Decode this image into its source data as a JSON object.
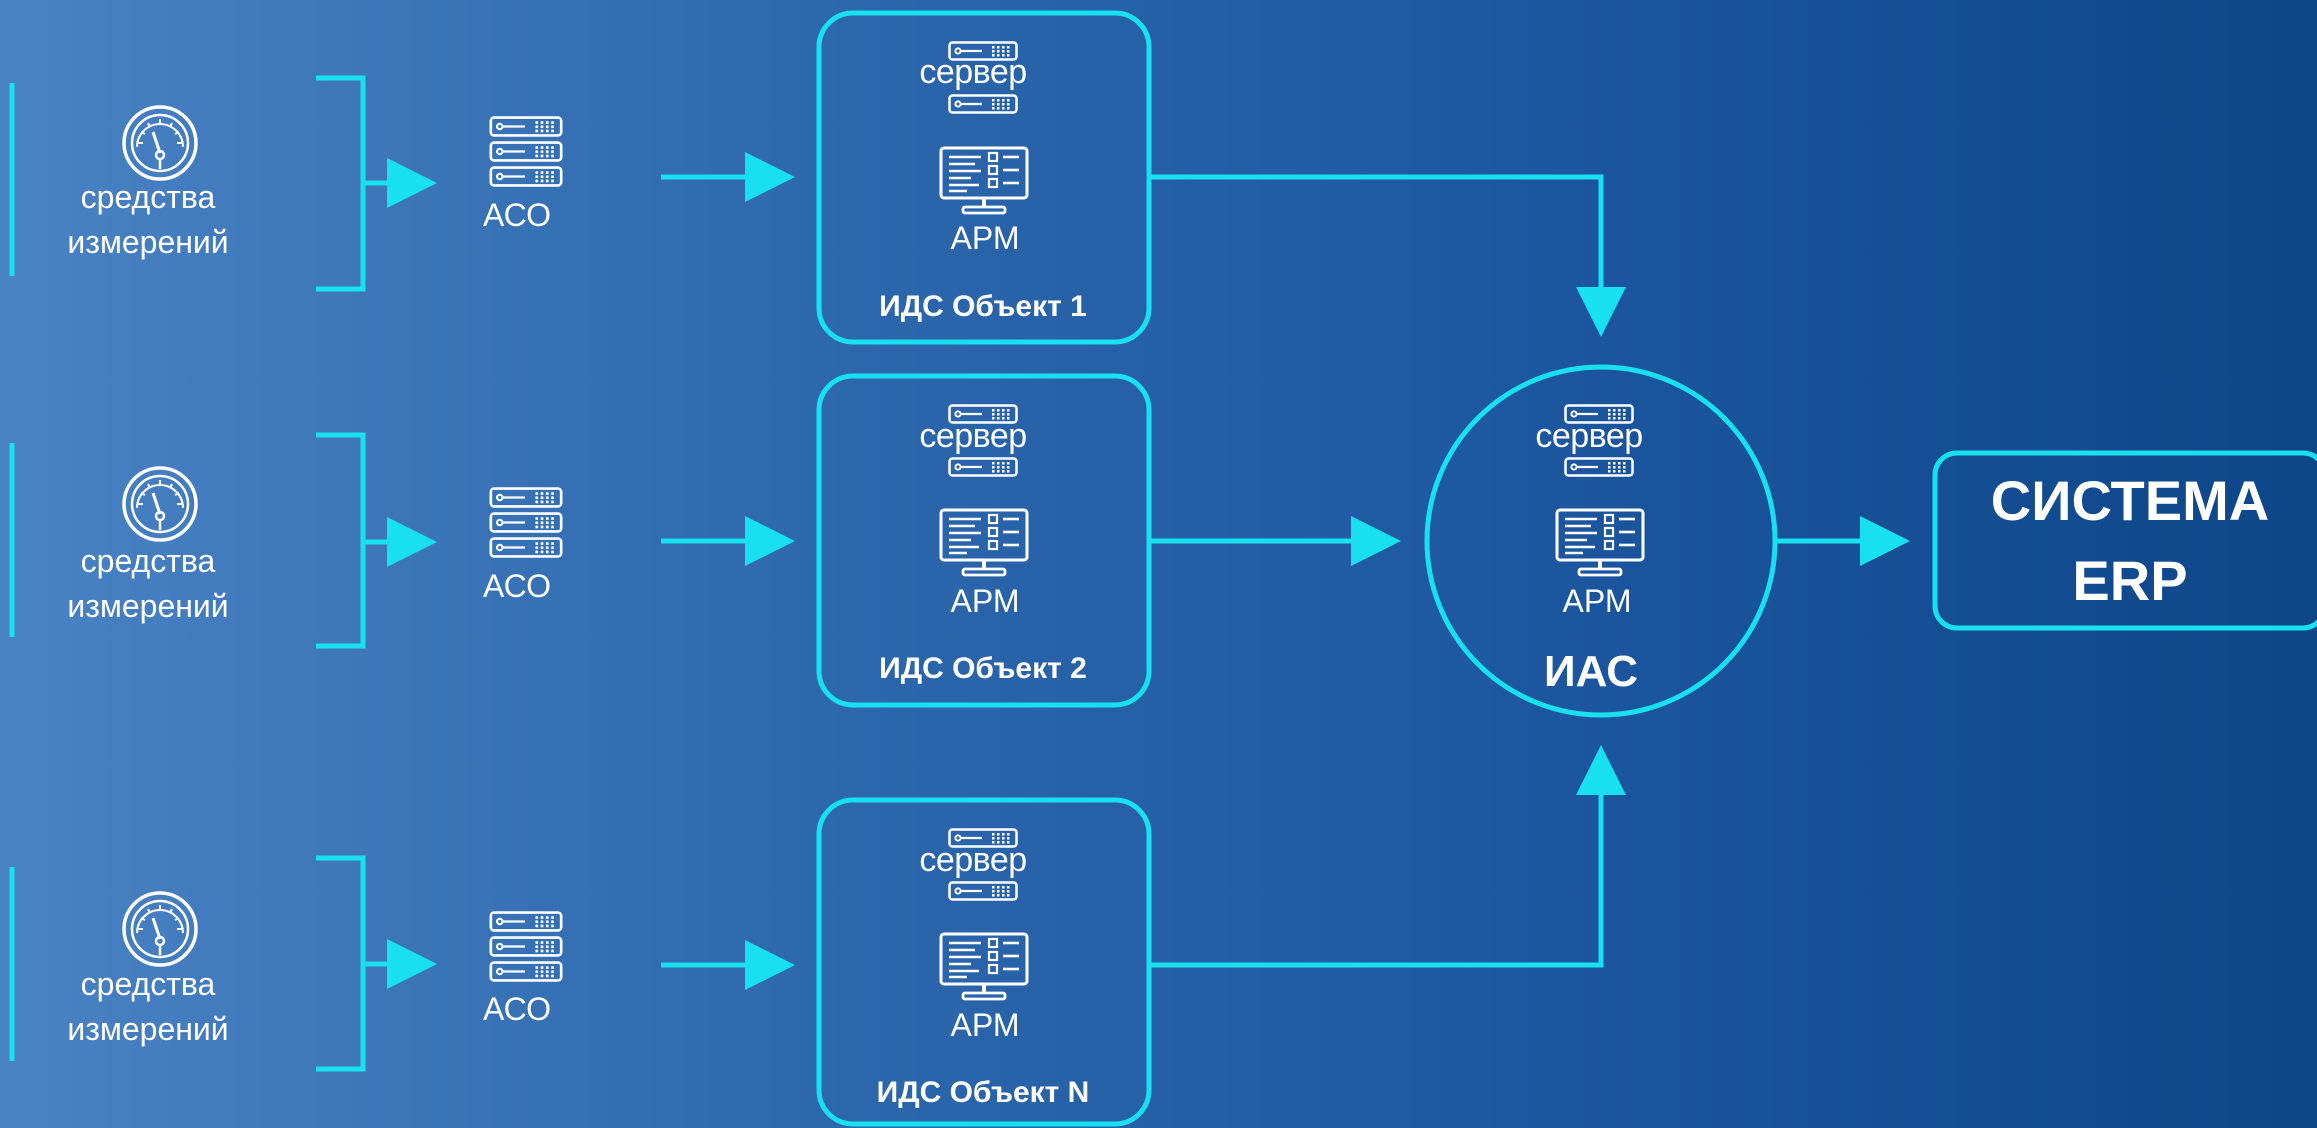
{
  "colors": {
    "accent": "#19e0f0",
    "text": "#ffffff"
  },
  "rows": [
    {
      "measure_line1": "средства",
      "measure_line2": "измерений",
      "aso": "АСО",
      "server": "сервер",
      "arm": "АРМ",
      "box_title": "ИДС Объект 1"
    },
    {
      "measure_line1": "средства",
      "measure_line2": "измерений",
      "aso": "АСО",
      "server": "сервер",
      "arm": "АРМ",
      "box_title": "ИДС Объект 2"
    },
    {
      "measure_line1": "средства",
      "measure_line2": "измерений",
      "aso": "АСО",
      "server": "сервер",
      "arm": "АРМ",
      "box_title": "ИДС Объект N"
    }
  ],
  "ias": {
    "server": "сервер",
    "arm": "АРМ",
    "title": "ИАС"
  },
  "erp": {
    "line1": "СИСТЕМА",
    "line2": "ERP"
  },
  "icons": {
    "measure": "gauge-icon",
    "aso": "server-rack-icon",
    "server": "server-icon",
    "arm": "workstation-icon"
  }
}
